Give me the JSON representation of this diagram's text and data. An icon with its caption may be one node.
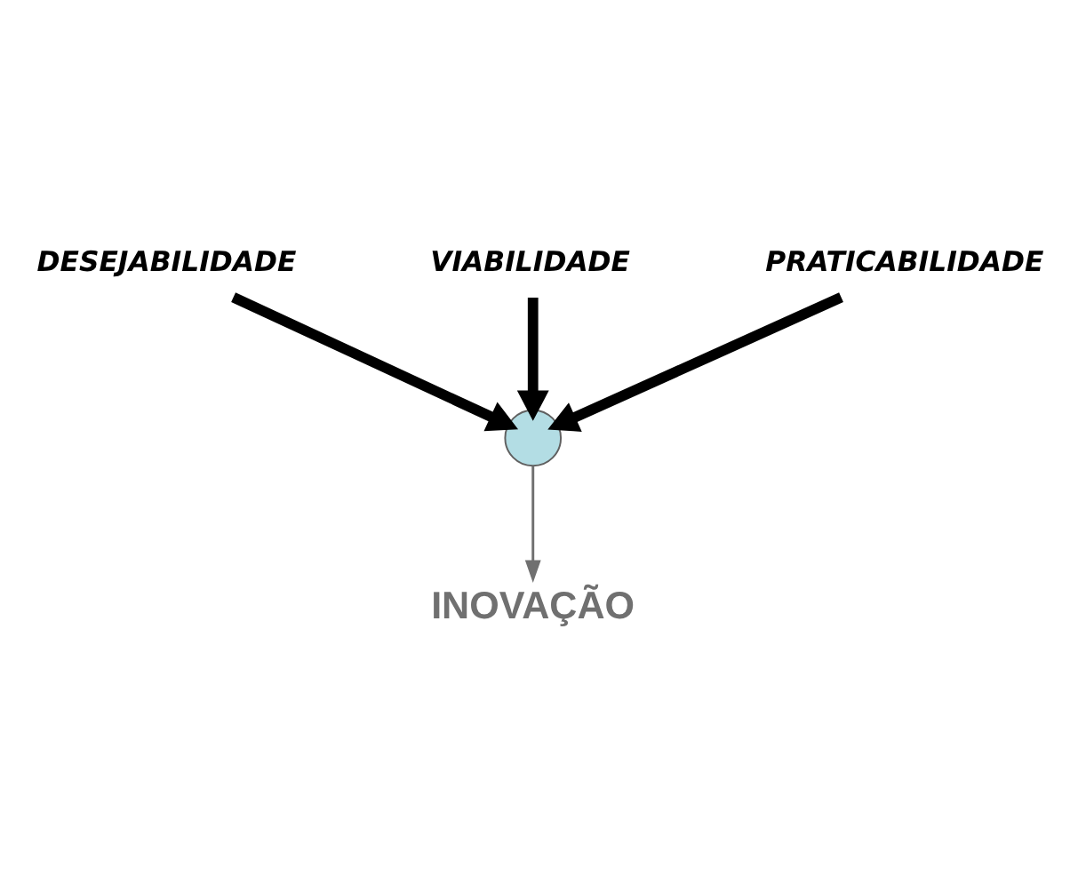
{
  "diagram": {
    "nodes": [
      {
        "text": [
          "DESEJABILIDADE"
        ]
      },
      {
        "text": [
          "VIABILIDADE"
        ]
      },
      {
        "text": [
          "INOVAÇÃO"
        ]
      },
      {
        "text": [],
        "shape": "circle"
      },
      {
        "text": [
          "PRATICABILIDADE"
        ]
      }
    ],
    "edges": [
      {
        "from": 0,
        "to": 3,
        "arrow": "to"
      },
      {
        "from": 1,
        "to": 3,
        "arrow": "to"
      },
      {
        "from": 4,
        "to": 3,
        "arrow": "to"
      },
      {
        "from": 3,
        "to": 2,
        "arrow": "to",
        "color": "#707070"
      }
    ]
  }
}
